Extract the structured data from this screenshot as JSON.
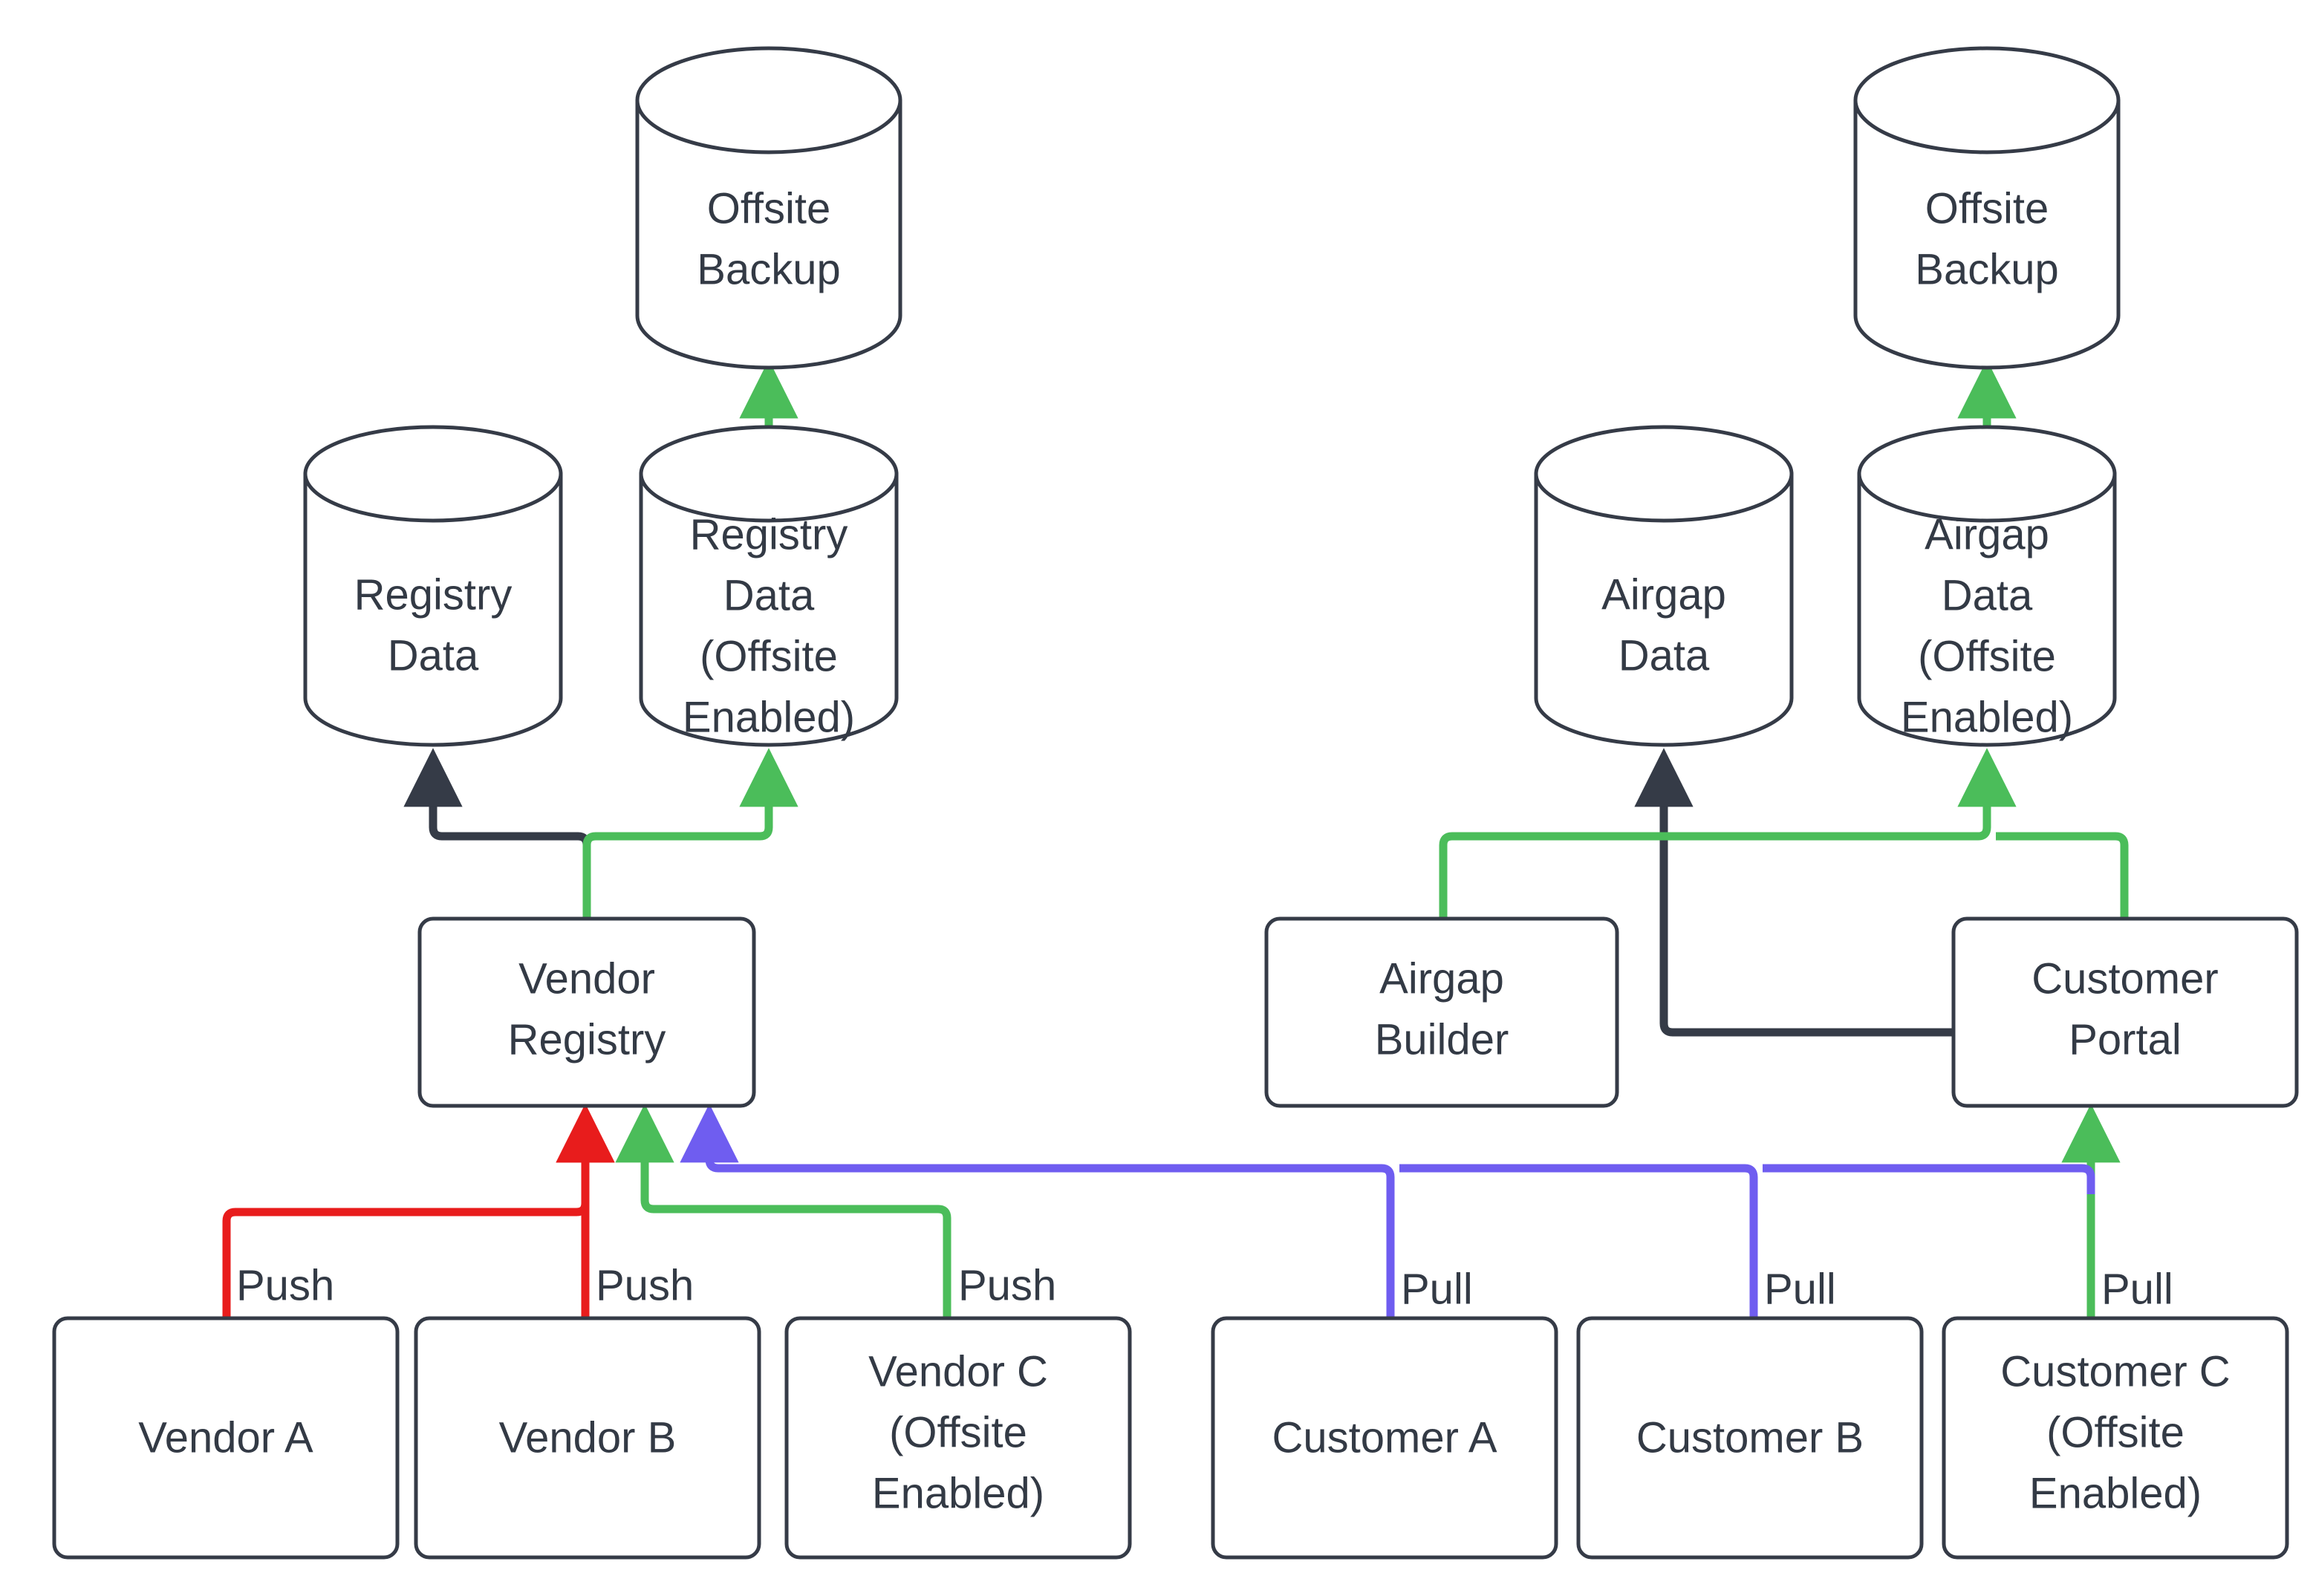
{
  "diagram": {
    "title": "Vendor Registry and Customer Portal Offsite Backup Flow",
    "background_color": "#ffffff",
    "colors": {
      "node_stroke": "#353b47",
      "node_fill": "#ffffff",
      "text": "#333a45",
      "edge_dark": "#353b47",
      "edge_green": "#4bbd5a",
      "edge_red": "#e81c1c",
      "edge_purple": "#6f5df0"
    },
    "nodes": [
      {
        "id": "offsite-backup-left",
        "label": "Offsite Backup",
        "lines": [
          "Offsite",
          "Backup"
        ],
        "shape": "cylinder"
      },
      {
        "id": "offsite-backup-right",
        "label": "Offsite Backup",
        "lines": [
          "Offsite",
          "Backup"
        ],
        "shape": "cylinder"
      },
      {
        "id": "registry-data",
        "label": "Registry Data",
        "lines": [
          "Registry",
          "Data"
        ],
        "shape": "cylinder"
      },
      {
        "id": "registry-data-offsite",
        "label": "Registry Data (Offsite Enabled)",
        "lines": [
          "Registry",
          "Data",
          "(Offsite",
          "Enabled)"
        ],
        "shape": "cylinder"
      },
      {
        "id": "airgap-data",
        "label": "Airgap Data",
        "lines": [
          "Airgap",
          "Data"
        ],
        "shape": "cylinder"
      },
      {
        "id": "airgap-data-offsite",
        "label": "Airgap Data (Offsite Enabled)",
        "lines": [
          "Airgap",
          "Data",
          "(Offsite",
          "Enabled)"
        ],
        "shape": "cylinder"
      },
      {
        "id": "vendor-registry",
        "label": "Vendor Registry",
        "lines": [
          "Vendor",
          "Registry"
        ],
        "shape": "box"
      },
      {
        "id": "airgap-builder",
        "label": "Airgap Builder",
        "lines": [
          "Airgap",
          "Builder"
        ],
        "shape": "box"
      },
      {
        "id": "customer-portal",
        "label": "Customer Portal",
        "lines": [
          "Customer",
          "Portal"
        ],
        "shape": "box"
      },
      {
        "id": "vendor-a",
        "label": "Vendor A",
        "lines": [
          "Vendor A"
        ],
        "shape": "box"
      },
      {
        "id": "vendor-b",
        "label": "Vendor B",
        "lines": [
          "Vendor B"
        ],
        "shape": "box"
      },
      {
        "id": "vendor-c",
        "label": "Vendor C (Offsite Enabled)",
        "lines": [
          "Vendor C",
          "(Offsite",
          "Enabled)"
        ],
        "shape": "box"
      },
      {
        "id": "customer-a",
        "label": "Customer A",
        "lines": [
          "Customer A"
        ],
        "shape": "box"
      },
      {
        "id": "customer-b",
        "label": "Customer B",
        "lines": [
          "Customer B"
        ],
        "shape": "box"
      },
      {
        "id": "customer-c",
        "label": "Customer C (Offsite Enabled)",
        "lines": [
          "Customer C",
          "(Offsite",
          "Enabled)"
        ],
        "shape": "box"
      }
    ],
    "edges": [
      {
        "id": "e-vendor-a-push",
        "from": "vendor-a",
        "to": "vendor-registry",
        "label": "Push",
        "color": "#e81c1c"
      },
      {
        "id": "e-vendor-b-push",
        "from": "vendor-b",
        "to": "vendor-registry",
        "label": "Push",
        "color": "#e81c1c"
      },
      {
        "id": "e-vendor-c-push",
        "from": "vendor-c",
        "to": "vendor-registry",
        "label": "Push",
        "color": "#4bbd5a"
      },
      {
        "id": "e-customer-a-pull",
        "from": "customer-a",
        "to": "vendor-registry",
        "label": "Pull",
        "color": "#6f5df0"
      },
      {
        "id": "e-customer-b-pull",
        "from": "customer-b",
        "to": "vendor-registry",
        "label": "Pull",
        "color": "#6f5df0"
      },
      {
        "id": "e-customer-c-pull",
        "from": "customer-c",
        "to": "customer-portal",
        "label": "Pull",
        "color": "#4bbd5a"
      },
      {
        "id": "e-registry-data",
        "from": "vendor-registry",
        "to": "registry-data",
        "label": "",
        "color": "#353b47"
      },
      {
        "id": "e-registry-data-offsite",
        "from": "vendor-registry",
        "to": "registry-data-offsite",
        "label": "",
        "color": "#4bbd5a"
      },
      {
        "id": "e-registry-offsite-bkp",
        "from": "registry-data-offsite",
        "to": "offsite-backup-left",
        "label": "",
        "color": "#4bbd5a"
      },
      {
        "id": "e-airgap-data",
        "from": "customer-portal",
        "to": "airgap-data",
        "label": "",
        "color": "#353b47"
      },
      {
        "id": "e-airgap-data-offsite",
        "from": "airgap-builder",
        "to": "airgap-data-offsite",
        "label": "",
        "color": "#4bbd5a"
      },
      {
        "id": "e-airgap-offsite-bkp",
        "from": "airgap-data-offsite",
        "to": "offsite-backup-right",
        "label": "",
        "color": "#4bbd5a"
      }
    ],
    "edge_labels": {
      "push": "Push",
      "pull": "Pull"
    }
  }
}
